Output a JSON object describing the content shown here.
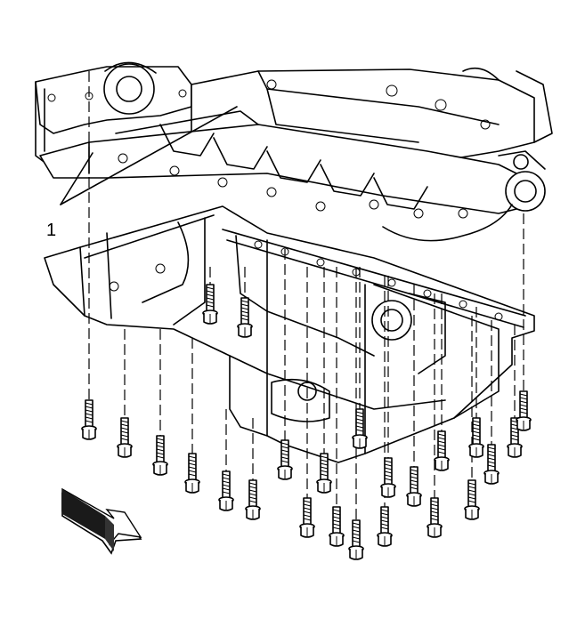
{
  "diagram": {
    "callouts": [
      {
        "label": "1"
      }
    ],
    "direction_arrow_icon": "front-direction-arrow",
    "bolts": [
      {
        "id": "b01"
      },
      {
        "id": "b02"
      },
      {
        "id": "b03"
      },
      {
        "id": "b04"
      },
      {
        "id": "b05"
      },
      {
        "id": "b06"
      },
      {
        "id": "b07"
      },
      {
        "id": "b08"
      },
      {
        "id": "b09"
      },
      {
        "id": "b10"
      },
      {
        "id": "b11"
      },
      {
        "id": "b12"
      },
      {
        "id": "b13"
      },
      {
        "id": "b14"
      },
      {
        "id": "b15"
      },
      {
        "id": "b16"
      },
      {
        "id": "b17"
      },
      {
        "id": "b18"
      },
      {
        "id": "b19"
      },
      {
        "id": "b20"
      },
      {
        "id": "b21"
      },
      {
        "id": "b22"
      }
    ]
  }
}
